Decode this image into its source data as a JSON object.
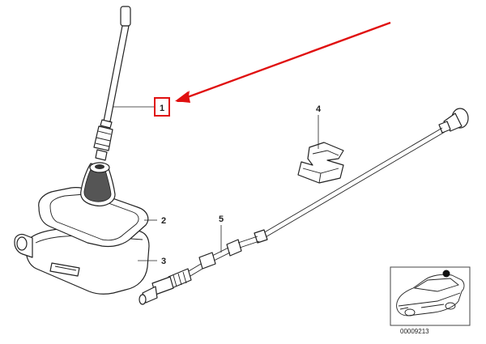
{
  "diagram": {
    "parts": [
      {
        "number": "1",
        "name": "antenna-rod"
      },
      {
        "number": "2",
        "name": "antenna-gasket"
      },
      {
        "number": "3",
        "name": "antenna-base"
      },
      {
        "number": "4",
        "name": "cable-clip"
      },
      {
        "number": "5",
        "name": "antenna-cable"
      }
    ],
    "highlight": {
      "part_number": "1",
      "color": "#e01010"
    },
    "line_color": "#222222",
    "reference_code": "00009213"
  }
}
